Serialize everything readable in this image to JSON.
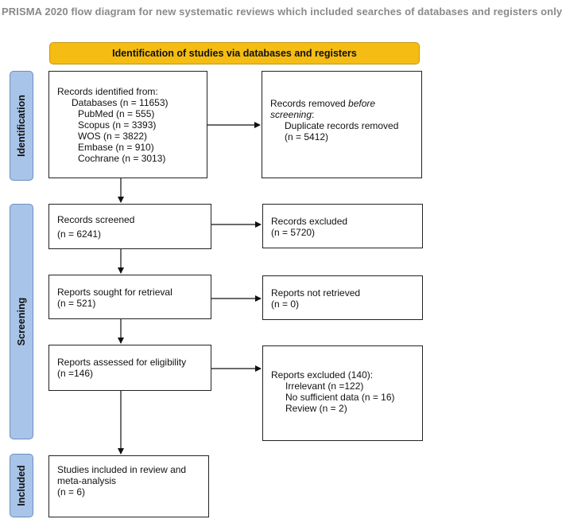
{
  "title": "PRISMA 2020 flow diagram for new systematic reviews which included searches of databases and registers only",
  "banner": "Identification of studies via databases and registers",
  "phases": {
    "identification": "Identification",
    "screening": "Screening",
    "included": "Included"
  },
  "identified": {
    "heading": "Records identified from:",
    "databases": "Databases (n = 11653)",
    "sources": [
      "PubMed (n = 555)",
      "Scopus (n = 3393)",
      "WOS (n = 3822)",
      "Embase (n = 910)",
      "Cochrane (n = 3013)"
    ]
  },
  "removed": {
    "line1": "Records removed ",
    "line1_italic": "before",
    "line2_italic": "screening",
    "line2_rest": ":",
    "duplicates": "Duplicate records removed",
    "count": "(n = 5412)"
  },
  "screened": {
    "label": "Records screened",
    "count": "(n = 6241)"
  },
  "excluded": {
    "label": "Records excluded",
    "count": "(n = 5720)"
  },
  "sought": {
    "label": "Reports sought for retrieval",
    "count": "(n = 521)"
  },
  "not_retrieved": {
    "label": "Reports not retrieved",
    "count": "(n = 0)"
  },
  "assessed": {
    "label": "Reports assessed for eligibility",
    "count": "(n =146)"
  },
  "reports_excluded": {
    "label": "Reports excluded (140):",
    "reasons": [
      "Irrelevant (n =122)",
      "No sufficient data (n = 16)",
      "Review (n = 2)"
    ]
  },
  "included": {
    "line1": "Studies included in review and",
    "line2": "meta-analysis",
    "count": "(n = 6)"
  },
  "colors": {
    "banner": "#f5bd13",
    "phase": "#a8c4e8",
    "title": "#8a8a8a"
  }
}
